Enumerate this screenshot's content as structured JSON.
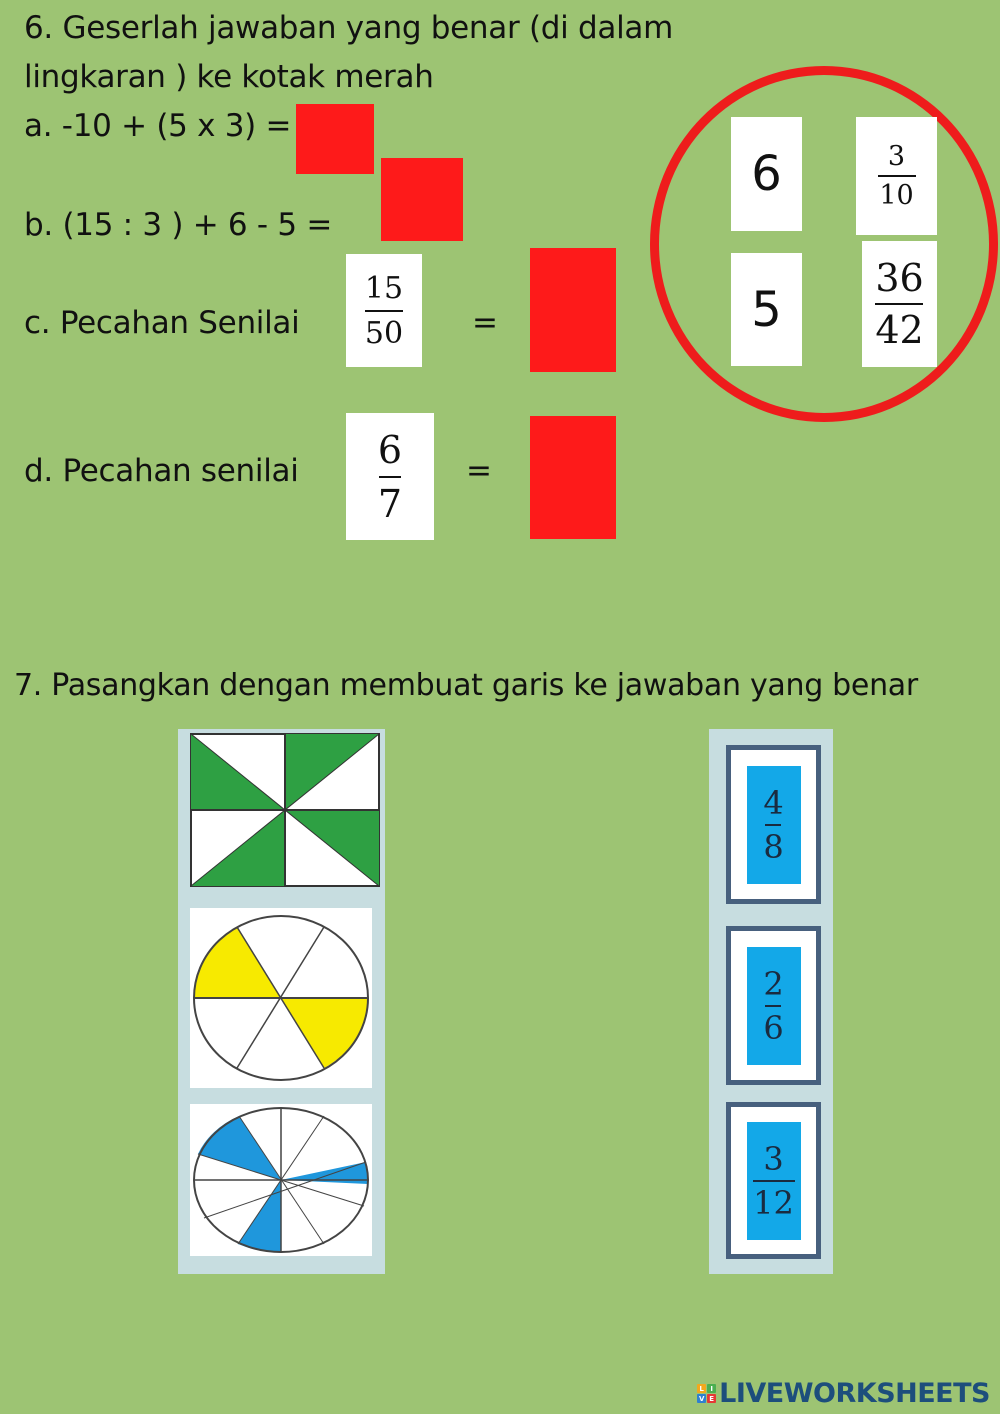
{
  "q6": {
    "title_line1": "6. Geserlah jawaban yang benar (di dalam",
    "title_line2": "lingkaran ) ke kotak merah",
    "items": [
      {
        "label": "a. -10 + (5 x 3) ="
      },
      {
        "label": "b. (15 : 3 ) + 6 - 5 ="
      },
      {
        "label": "c. Pecahan Senilai",
        "fraction": {
          "num": "15",
          "den": "50"
        },
        "equals": "="
      },
      {
        "label": "d. Pecahan senilai",
        "fraction": {
          "num": "6",
          "den": "7"
        },
        "equals": "="
      }
    ],
    "answer_options": [
      {
        "type": "number",
        "value": "6"
      },
      {
        "type": "fraction",
        "num": "3",
        "den": "10"
      },
      {
        "type": "number",
        "value": "5"
      },
      {
        "type": "fraction",
        "num": "36",
        "den": "42"
      }
    ],
    "drop_box_color": "#fe1a1a",
    "circle_color": "#ee1c1c"
  },
  "q7": {
    "title": "7. Pasangkan  dengan membuat garis ke jawaban yang benar",
    "shapes": [
      {
        "name": "square-pinwheel",
        "color": "#2ea043",
        "shaded": "4/8"
      },
      {
        "name": "circle-6-parts",
        "color": "#f7ea00",
        "shaded": "2/6"
      },
      {
        "name": "circle-12-parts",
        "color": "#1f97dc",
        "shaded": "3/12"
      }
    ],
    "fractions": [
      {
        "num": "4",
        "den": "8"
      },
      {
        "num": "2",
        "den": "6"
      },
      {
        "num": "3",
        "den": "12"
      }
    ]
  },
  "footer": {
    "brand": "LIVEWORKSHEETS",
    "logo_letters": [
      "L",
      "I",
      "V",
      "E"
    ]
  },
  "colors": {
    "background": "#9dc473",
    "card_blue": "#13a8e8",
    "brand_blue": "#1d4e7c"
  }
}
